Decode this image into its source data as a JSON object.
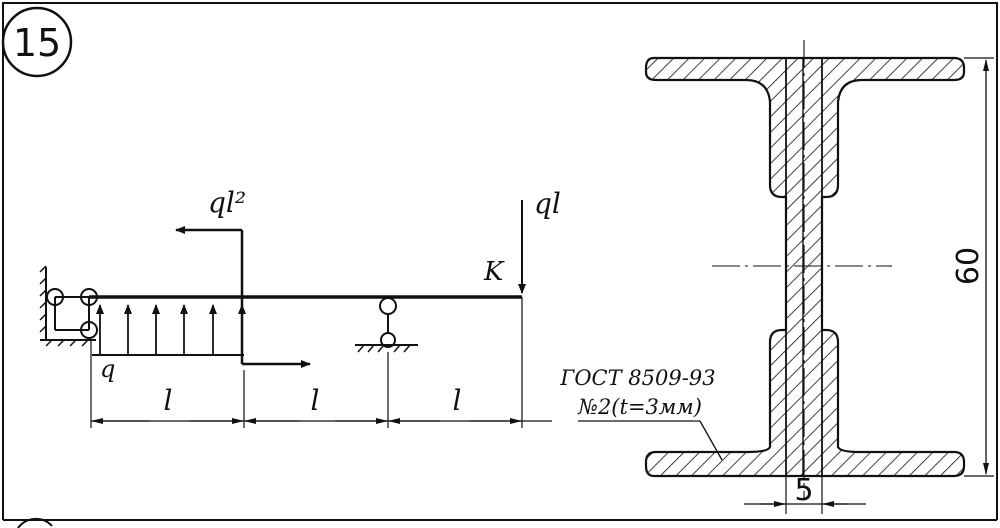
{
  "problem": {
    "number": "15"
  },
  "beam": {
    "moment_label": "ql²",
    "force_label": "ql",
    "point_label": "K",
    "load_label": "q",
    "spans": [
      "l",
      "l",
      "l"
    ]
  },
  "section": {
    "standard_line1": "ГОСТ 8509-93",
    "standard_line2": "№2(t=3мм)",
    "height_dim": "60",
    "width_dim": "5"
  },
  "colors": {
    "ink": "#111111",
    "background": "#ffffff"
  }
}
